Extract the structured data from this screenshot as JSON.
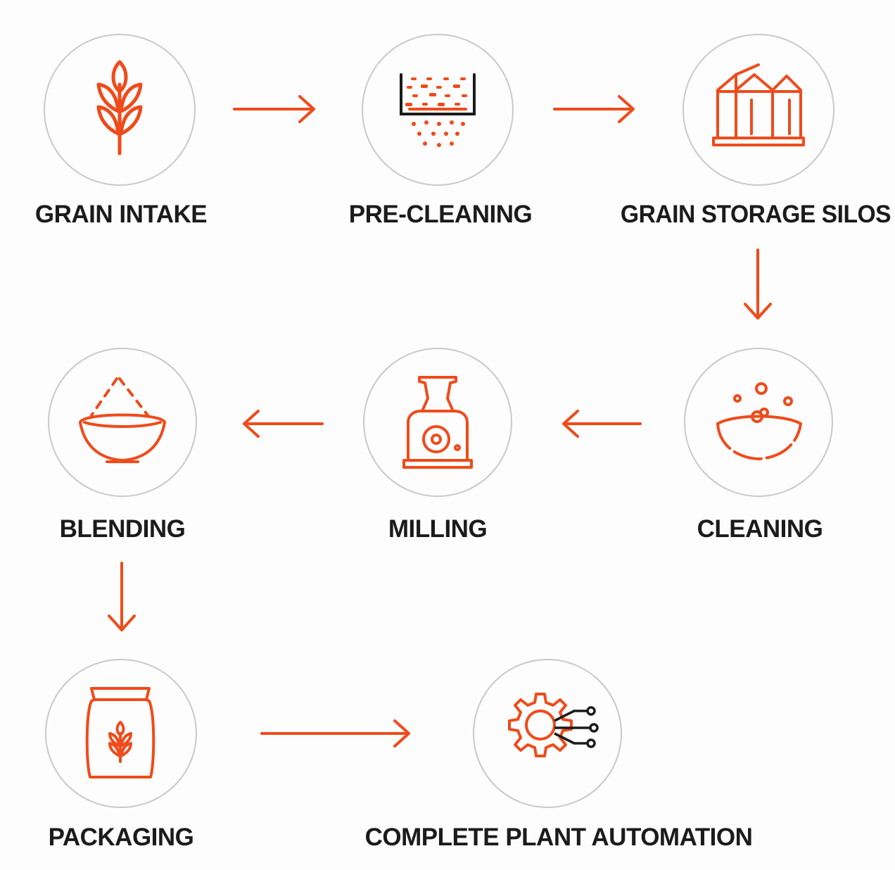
{
  "diagram": {
    "accent_color": "#ef4b1b",
    "steps": [
      {
        "id": "grain-intake",
        "label": "GRAIN INTAKE",
        "icon": "wheat-icon"
      },
      {
        "id": "pre-cleaning",
        "label": "PRE-CLEANING",
        "icon": "sieve-icon"
      },
      {
        "id": "grain-storage-silos",
        "label": "GRAIN STORAGE SILOS",
        "icon": "silos-icon"
      },
      {
        "id": "cleaning",
        "label": "CLEANING",
        "icon": "washing-bowl-icon"
      },
      {
        "id": "milling",
        "label": "MILLING",
        "icon": "mill-machine-icon"
      },
      {
        "id": "blending",
        "label": "BLENDING",
        "icon": "blending-bowl-icon"
      },
      {
        "id": "packaging",
        "label": "PACKAGING",
        "icon": "flour-bag-icon"
      },
      {
        "id": "complete-plant-automation",
        "label": "COMPLETE PLANT AUTOMATION",
        "icon": "automation-gear-icon"
      }
    ],
    "connections": [
      {
        "from": "grain-intake",
        "to": "pre-cleaning"
      },
      {
        "from": "pre-cleaning",
        "to": "grain-storage-silos"
      },
      {
        "from": "grain-storage-silos",
        "to": "cleaning"
      },
      {
        "from": "cleaning",
        "to": "milling"
      },
      {
        "from": "milling",
        "to": "blending"
      },
      {
        "from": "blending",
        "to": "packaging"
      },
      {
        "from": "packaging",
        "to": "complete-plant-automation"
      }
    ]
  }
}
